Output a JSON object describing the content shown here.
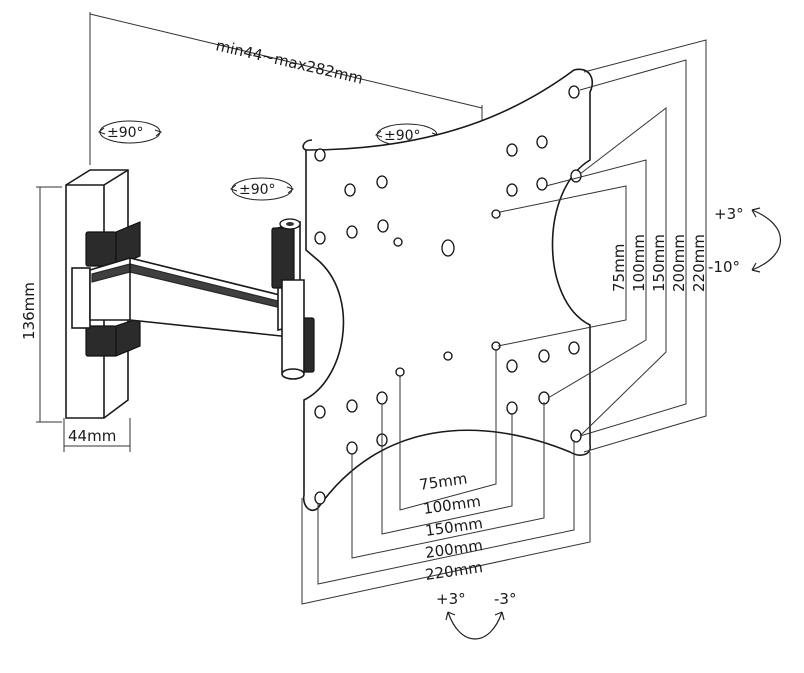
{
  "labels": {
    "depth": "min44~max282mm",
    "rot_wall": "±90°",
    "rot_arm": "±90°",
    "rot_plate": "±90°",
    "height": "136mm",
    "width": "44mm",
    "h75": "75mm",
    "h100": "100mm",
    "h150": "150mm",
    "h200": "200mm",
    "h220": "220mm",
    "v75": "75mm",
    "v100": "100mm",
    "v150": "150mm",
    "v200": "200mm",
    "v220": "220mm",
    "tilt_up": "+3°",
    "tilt_down": "-10°",
    "swivel_plus": "+3°",
    "swivel_minus": "-3°"
  },
  "colors": {
    "line": "#1a1a1a",
    "dark_part": "#2b2b2b",
    "background": "#ffffff"
  }
}
